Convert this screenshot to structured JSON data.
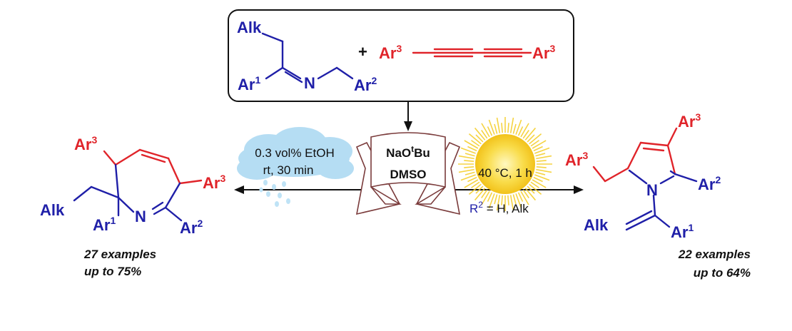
{
  "reactants": {
    "imine": {
      "alk": "Alk",
      "ar1": "Ar",
      "ar1_sup": "1",
      "n": "N",
      "ar2": "Ar",
      "ar2_sup": "2"
    },
    "plus": "+",
    "diyne": {
      "ar3_left": "Ar",
      "ar3_left_sup": "3",
      "ar3_right": "Ar",
      "ar3_right_sup": "3"
    }
  },
  "reagent": {
    "base": "NaO",
    "base_sup": "t",
    "base_suffix": "Bu",
    "solvent": "DMSO"
  },
  "left_conditions": {
    "line1": "0.3 vol% EtOH",
    "line2": "rt, 30 min"
  },
  "right_conditions": {
    "line1": "40 °C, 1 h",
    "r2_prefix": "R",
    "r2_sup": "2",
    "r2_suffix": " = H, Alk"
  },
  "left_product": {
    "ar3_top": "Ar",
    "ar3_top_sup": "3",
    "ar3_right": "Ar",
    "ar3_right_sup": "3",
    "alk": "Alk",
    "ar1": "Ar",
    "ar1_sup": "1",
    "n": "N",
    "ar2": "Ar",
    "ar2_sup": "2",
    "examples": "27 examples",
    "yield": "up to 75%"
  },
  "right_product": {
    "ar3_top": "Ar",
    "ar3_top_sup": "3",
    "ar3_left": "Ar",
    "ar3_left_sup": "3",
    "n": "N",
    "ar2": "Ar",
    "ar2_sup": "2",
    "alk": "Alk",
    "ar1": "Ar",
    "ar1_sup": "1",
    "examples": "22 examples",
    "yield": "up to 64%"
  },
  "colors": {
    "blue": "#1f1fa8",
    "red": "#e0242a",
    "banner": "#7a3b3b",
    "cloud": "#a9d8f2",
    "sun": "#f7d23a"
  }
}
